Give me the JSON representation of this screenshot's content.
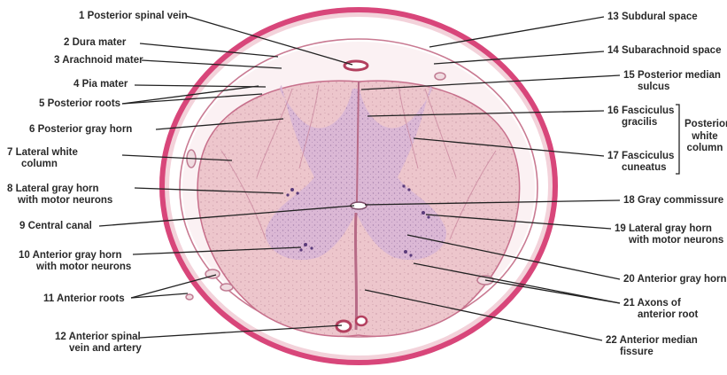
{
  "labels_left": [
    {
      "num": "1",
      "text": "Posterior spinal vein",
      "line2": ""
    },
    {
      "num": "2",
      "text": "Dura mater",
      "line2": ""
    },
    {
      "num": "3",
      "text": "Arachnoid mater",
      "line2": ""
    },
    {
      "num": "4",
      "text": "Pia mater",
      "line2": ""
    },
    {
      "num": "5",
      "text": "Posterior roots",
      "line2": ""
    },
    {
      "num": "6",
      "text": "Posterior gray horn",
      "line2": ""
    },
    {
      "num": "7",
      "text": "Lateral white",
      "line2": "column"
    },
    {
      "num": "8",
      "text": "Lateral gray horn",
      "line2": "with motor neurons"
    },
    {
      "num": "9",
      "text": "Central canal",
      "line2": ""
    },
    {
      "num": "10",
      "text": "Anterior gray horn",
      "line2": "with motor neurons"
    },
    {
      "num": "11",
      "text": "Anterior roots",
      "line2": ""
    },
    {
      "num": "12",
      "text": "Anterior spinal",
      "line2": "vein and artery"
    }
  ],
  "labels_right": [
    {
      "num": "13",
      "text": "Subdural space",
      "line2": ""
    },
    {
      "num": "14",
      "text": "Subarachnoid space",
      "line2": ""
    },
    {
      "num": "15",
      "text": "Posterior median",
      "line2": "sulcus"
    },
    {
      "num": "16",
      "text": "Fasciculus",
      "line2": "gracilis"
    },
    {
      "num": "17",
      "text": "Fasciculus",
      "line2": "cuneatus"
    },
    {
      "num": "18",
      "text": "Gray commissure",
      "line2": ""
    },
    {
      "num": "19",
      "text": "Lateral gray horn",
      "line2": "with motor neurons"
    },
    {
      "num": "20",
      "text": "Anterior gray horn",
      "line2": ""
    },
    {
      "num": "21",
      "text": "Axons of",
      "line2": "anterior root"
    },
    {
      "num": "22",
      "text": "Anterior median",
      "line2": "fissure"
    }
  ],
  "group_label": {
    "line1": "Posterior",
    "line2": "white",
    "line3": "column"
  },
  "colors": {
    "dura": "#d8467a",
    "tissue_white": "#edc6cc",
    "tissue_gray": "#d7b5d6",
    "leader_line": "#222222",
    "label_text": "#2a2a2a"
  }
}
